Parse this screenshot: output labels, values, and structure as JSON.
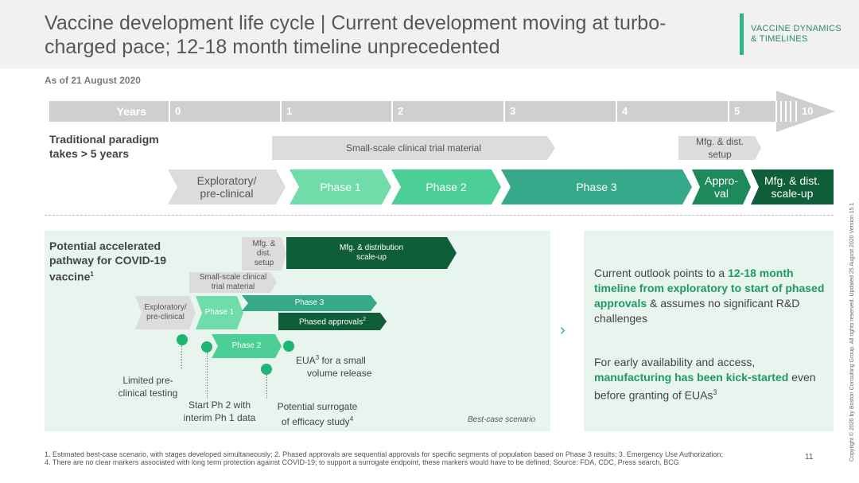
{
  "header": {
    "title": "Vaccine development life cycle | Current development moving at turbo-charged pace; 12-18 month timeline unprecedented",
    "tag_line1": "VACCINE DYNAMICS",
    "tag_line2": "& TIMELINES"
  },
  "as_of": "As of 21 August 2020",
  "years": {
    "label": "Years",
    "ticks": [
      "0",
      "1",
      "2",
      "3",
      "4",
      "5",
      "10"
    ]
  },
  "traditional": {
    "label_line1": "Traditional paradigm",
    "label_line2": "takes > 5 years",
    "small_scale": "Small-scale clinical trial material",
    "mfg_setup_line1": "Mfg. & dist.",
    "mfg_setup_line2": "setup",
    "exploratory_line1": "Exploratory/",
    "exploratory_line2": "pre-clinical",
    "phase1": "Phase 1",
    "phase2": "Phase 2",
    "phase3": "Phase 3",
    "approval_line1": "Appro-",
    "approval_line2": "val",
    "scaleup_line1": "Mfg. & dist.",
    "scaleup_line2": "scale-up"
  },
  "accelerated": {
    "title_line1": "Potential accelerated",
    "title_line2": "pathway for COVID-19",
    "title_line3": "vaccine",
    "title_sup": "1",
    "mfg_setup_line1": "Mfg. &",
    "mfg_setup_line2": "dist.",
    "mfg_setup_line3": "setup",
    "mfg_scaleup_line1": "Mfg. & distribution",
    "mfg_scaleup_line2": "scale-up",
    "small_scale_line1": "Small-scale clinical",
    "small_scale_line2": "trial material",
    "exploratory_line1": "Exploratory/",
    "exploratory_line2": "pre-clinical",
    "phase1": "Phase 1",
    "phase3": "Phase 3",
    "phased_approvals": "Phased approvals",
    "phased_sup": "2",
    "phase2": "Phase 2",
    "eua_line1a": "EUA",
    "eua_sup": "3",
    "eua_line1b": " for a small",
    "eua_line2": "volume release",
    "limited_line1": "Limited pre-",
    "limited_line2": "clinical testing",
    "start_line1": "Start Ph 2 with",
    "start_line2": "interim Ph 1 data",
    "surrogate_line1": "Potential surrogate",
    "surrogate_line2": "of efficacy study",
    "surrogate_sup": "4",
    "best_case": "Best-case scenario"
  },
  "outlook": {
    "p1_a": "Current outlook points to a ",
    "p1_b": "12-18 month timeline from exploratory to start of phased approvals",
    "p1_c": " & assumes no significant R&D challenges",
    "p2_a": "For early availability and access, ",
    "p2_b": "manufacturing has been kick-started",
    "p2_c": " even before granting of EUAs",
    "p2_sup": "3"
  },
  "footnotes": {
    "line1": "1. Estimated best-case scenario, with stages developed simultaneously; 2. Phased approvals are sequential approvals for specific segments of population based on Phase 3 results;  3. Emergency Use Authorization;",
    "line2": "4. There are no clear markers associated with long term protection against COVID-19; to support a surrogate endpoint, these markers would have to be defined; Source: FDA, CDC, Press search, BCG"
  },
  "page_number": "11",
  "copyright": "Copyright © 2020 by Boston Consulting Group. All rights reserved. Updated 25 August 2020 Version 15.1",
  "colors": {
    "green_light": "#6fdcaa",
    "green_mid": "#4ccf96",
    "green_teal": "#36a98a",
    "green_dark": "#0e5e3a",
    "grey": "#dcdcdc",
    "accent": "#2fb688"
  }
}
